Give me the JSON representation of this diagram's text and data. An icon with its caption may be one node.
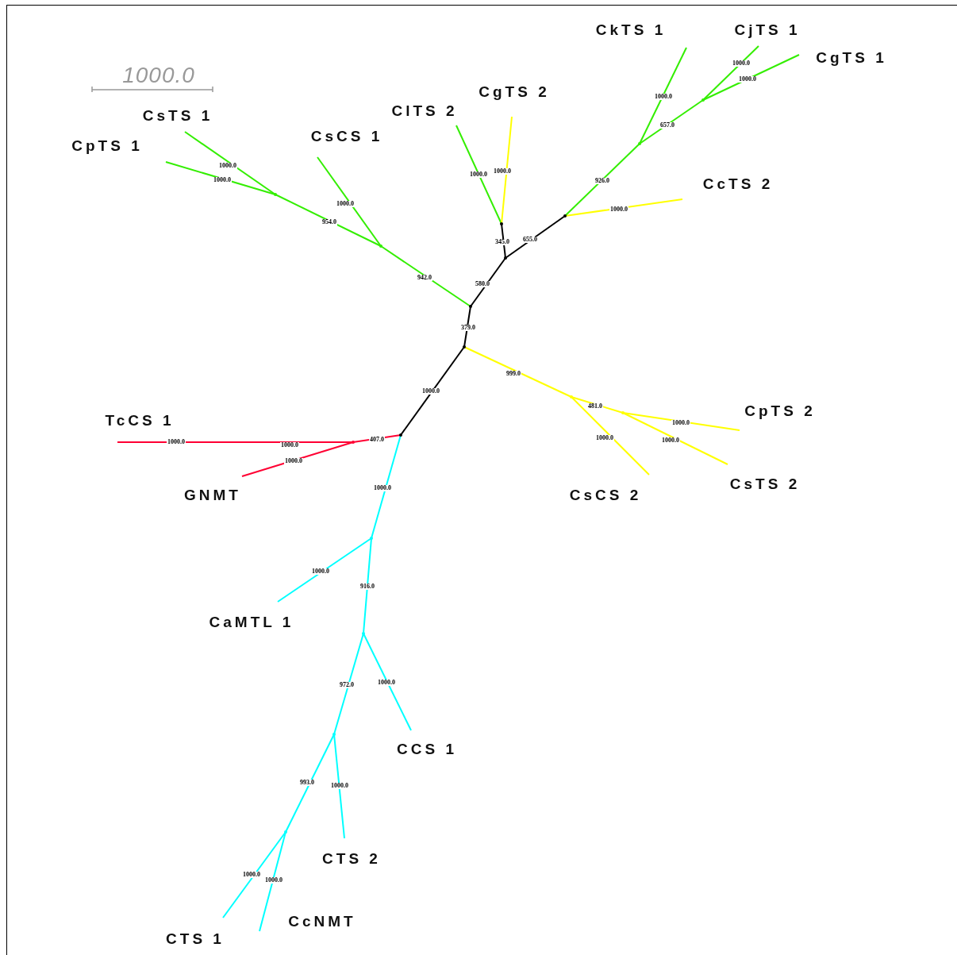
{
  "diagram": {
    "nodes": [
      {
        "text": [
          "CkTS 1"
        ]
      },
      {
        "text": [
          "CjTS 1"
        ]
      },
      {
        "text": [
          "CgTS 1"
        ]
      },
      {
        "text": [
          "CgTS 2"
        ]
      },
      {
        "text": [
          "ClTS 2"
        ]
      },
      {
        "text": [
          "CsTS 1"
        ]
      },
      {
        "text": [
          "CsCS 1"
        ]
      },
      {
        "text": [
          "CpTS 1"
        ]
      },
      {
        "text": [
          "CcTS 2"
        ]
      },
      {
        "text": [
          "CpTS 2"
        ]
      },
      {
        "text": [
          "TcCS 1"
        ]
      },
      {
        "text": [
          "CsTS 2"
        ]
      },
      {
        "text": [
          "CsCS 2"
        ]
      },
      {
        "text": [
          "GNMT"
        ]
      },
      {
        "text": [
          "CaMTL 1"
        ]
      },
      {
        "text": [
          "CCS 1"
        ]
      },
      {
        "text": [
          "CTS 2"
        ]
      },
      {
        "text": [
          "CcNMT"
        ]
      },
      {
        "text": [
          "CTS 1"
        ]
      },
      {
        "text": [],
        "shape": "point"
      },
      {
        "text": [],
        "shape": "point"
      },
      {
        "text": [],
        "shape": "point"
      },
      {
        "text": [],
        "shape": "point"
      },
      {
        "text": [],
        "shape": "point"
      },
      {
        "text": [],
        "shape": "point"
      },
      {
        "text": [],
        "shape": "point"
      },
      {
        "text": [],
        "shape": "point"
      },
      {
        "text": [],
        "shape": "point"
      },
      {
        "text": [],
        "shape": "point"
      },
      {
        "text": [],
        "shape": "point"
      },
      {
        "text": [],
        "shape": "point"
      },
      {
        "text": [],
        "shape": "point"
      },
      {
        "text": [],
        "shape": "point"
      },
      {
        "text": [],
        "shape": "point"
      },
      {
        "text": [],
        "shape": "point"
      },
      {
        "text": [],
        "shape": "point"
      }
    ],
    "edges": [
      {
        "from": 19,
        "to": 20,
        "arrow": "none",
        "label": "407.0",
        "color": "#ff0033"
      },
      {
        "from": 20,
        "to": 10,
        "arrow": "none",
        "label": "1000.0",
        "color": "#ff0033"
      },
      {
        "from": 20,
        "to": 13,
        "arrow": "none",
        "label": "1000.0",
        "color": "#ff0033"
      },
      {
        "from": 19,
        "to": 21,
        "arrow": "none",
        "label": "1000.0",
        "color": "#000000"
      },
      {
        "from": 21,
        "to": 22,
        "arrow": "none",
        "label": "999.0",
        "color": "#ffff00"
      },
      {
        "from": 22,
        "to": 12,
        "arrow": "none",
        "label": "1000.0",
        "color": "#ffff00"
      },
      {
        "from": 22,
        "to": 23,
        "arrow": "none",
        "label": "481.0",
        "color": "#ffff00"
      },
      {
        "from": 23,
        "to": 9,
        "arrow": "none",
        "label": "1000.0",
        "color": "#ffff00"
      },
      {
        "from": 23,
        "to": 11,
        "arrow": "none",
        "label": "1000.0",
        "color": "#ffff00"
      },
      {
        "from": 21,
        "to": 24,
        "arrow": "none",
        "label": "379.0",
        "color": "#000000"
      },
      {
        "from": 24,
        "to": 25,
        "arrow": "none",
        "label": "942.0",
        "color": "#33ee00"
      },
      {
        "from": 25,
        "to": 6,
        "arrow": "none",
        "label": "1000.0",
        "color": "#33ee00"
      },
      {
        "from": 25,
        "to": 26,
        "arrow": "none",
        "label": "954.0",
        "color": "#33ee00"
      },
      {
        "from": 26,
        "to": 5,
        "arrow": "none",
        "label": "1000.0",
        "color": "#33ee00"
      },
      {
        "from": 26,
        "to": 7,
        "arrow": "none",
        "label": "1000.0",
        "color": "#33ee00"
      },
      {
        "from": 24,
        "to": 27,
        "arrow": "none",
        "label": "580.0",
        "color": "#000000"
      },
      {
        "from": 27,
        "to": 28,
        "arrow": "none",
        "label": "345.0",
        "color": "#000000"
      },
      {
        "from": 28,
        "to": 4,
        "arrow": "none",
        "label": "1000.0",
        "color": "#33ee00"
      },
      {
        "from": 28,
        "to": 3,
        "arrow": "none",
        "label": "1000.0",
        "color": "#ffff00"
      },
      {
        "from": 27,
        "to": 29,
        "arrow": "none",
        "label": "655.0",
        "color": "#000000"
      },
      {
        "from": 29,
        "to": 8,
        "arrow": "none",
        "label": "1000.0",
        "color": "#ffff00"
      },
      {
        "from": 29,
        "to": 30,
        "arrow": "none",
        "label": "926.0",
        "color": "#33ee00"
      },
      {
        "from": 30,
        "to": 0,
        "arrow": "none",
        "label": "1000.0",
        "color": "#33ee00"
      },
      {
        "from": 30,
        "to": 31,
        "arrow": "none",
        "label": "657.0",
        "color": "#33ee00"
      },
      {
        "from": 31,
        "to": 1,
        "arrow": "none",
        "label": "1000.0",
        "color": "#33ee00"
      },
      {
        "from": 31,
        "to": 2,
        "arrow": "none",
        "label": "1000.0",
        "color": "#33ee00"
      },
      {
        "from": 19,
        "to": 32,
        "arrow": "none",
        "label": "1000.0",
        "color": "#00ffff"
      },
      {
        "from": 32,
        "to": 14,
        "arrow": "none",
        "label": "1000.0",
        "color": "#00ffff"
      },
      {
        "from": 32,
        "to": 33,
        "arrow": "none",
        "label": "916.0",
        "color": "#00ffff"
      },
      {
        "from": 33,
        "to": 15,
        "arrow": "none",
        "label": "1000.0",
        "color": "#00ffff"
      },
      {
        "from": 33,
        "to": 34,
        "arrow": "none",
        "label": "972.0",
        "color": "#00ffff"
      },
      {
        "from": 34,
        "to": 16,
        "arrow": "none",
        "label": "1000.0",
        "color": "#00ffff"
      },
      {
        "from": 34,
        "to": 35,
        "arrow": "none",
        "label": "993.0",
        "color": "#00ffff"
      },
      {
        "from": 35,
        "to": 18,
        "arrow": "none",
        "label": "1000.0",
        "color": "#00ffff"
      },
      {
        "from": 35,
        "to": 17,
        "arrow": "none",
        "label": "1000.0",
        "color": "#00ffff"
      }
    ],
    "labels": [
      "1000.0",
      "1000.0"
    ]
  }
}
